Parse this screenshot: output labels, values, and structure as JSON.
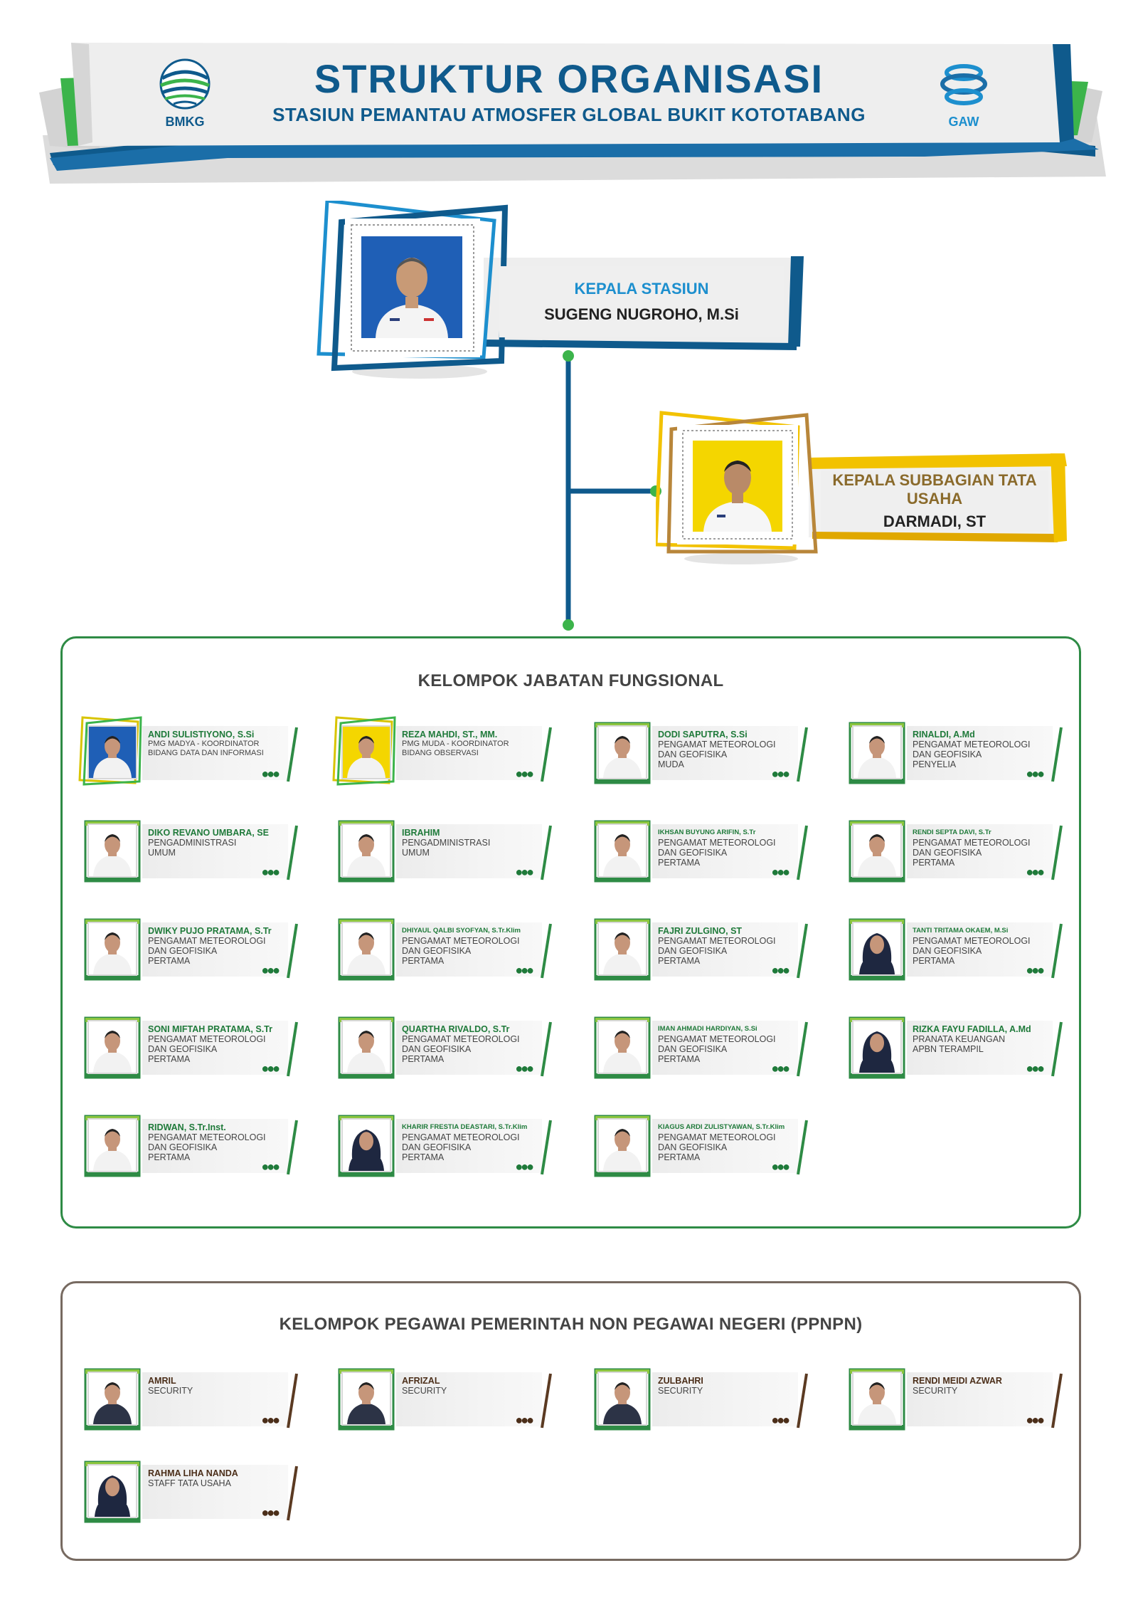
{
  "header": {
    "title": "STRUKTUR ORGANISASI",
    "subtitle": "STASIUN PEMANTAU ATMOSFER GLOBAL BUKIT KOTOTABANG",
    "logo_left": "BMKG",
    "logo_right": "GAW"
  },
  "colors": {
    "navy": "#0f5a8c",
    "green": "#2e8b45",
    "gold": "#e8c31c",
    "brown": "#776a61"
  },
  "leaders": {
    "head": {
      "role": "KEPALA STASIUN",
      "name": "SUGENG NUGROHO, M.Si"
    },
    "sub": {
      "role": "KEPALA SUBBAGIAN TATA USAHA",
      "name": "DARMADI, ST"
    }
  },
  "fungsional": {
    "title": "KELOMPOK JABATAN FUNGSIONAL",
    "members": [
      {
        "name": "ANDI SULISTIYONO, S.Si",
        "position": [
          "PMG MADYA - KOORDINATOR",
          "BIDANG DATA DAN INFORMASI"
        ],
        "bg": "blue",
        "highlight": true,
        "small_pos": true
      },
      {
        "name": "REZA MAHDI, ST., MM.",
        "position": [
          "PMG MUDA - KOORDINATOR",
          "BIDANG OBSERVASI"
        ],
        "bg": "yellow",
        "highlight": true,
        "small_pos": true
      },
      {
        "name": "DODI SAPUTRA, S.Si",
        "position": [
          "PENGAMAT METEOROLOGI",
          "DAN GEOFISIKA",
          "MUDA"
        ]
      },
      {
        "name": "RINALDI, A.Md",
        "position": [
          "PENGAMAT METEOROLOGI",
          "DAN GEOFISIKA",
          "PENYELIA"
        ]
      },
      {
        "name": "DIKO REVANO UMBARA, SE",
        "position": [
          "PENGADMINISTRASI",
          "UMUM"
        ]
      },
      {
        "name": "IBRAHIM",
        "position": [
          "PENGADMINISTRASI",
          "UMUM"
        ]
      },
      {
        "name": "IKHSAN BUYUNG ARIFIN, S.Tr",
        "position": [
          "PENGAMAT METEOROLOGI",
          "DAN GEOFISIKA",
          "PERTAMA"
        ],
        "small_name": true
      },
      {
        "name": "RENDI SEPTA DAVI, S.Tr",
        "position": [
          "PENGAMAT METEOROLOGI",
          "DAN GEOFISIKA",
          "PERTAMA"
        ],
        "small_name": true
      },
      {
        "name": "DWIKY PUJO PRATAMA, S.Tr",
        "position": [
          "PENGAMAT METEOROLOGI",
          "DAN GEOFISIKA",
          "PERTAMA"
        ]
      },
      {
        "name": "DHIYAUL QALBI SYOFYAN, S.Tr.Klim",
        "position": [
          "PENGAMAT METEOROLOGI",
          "DAN GEOFISIKA",
          "PERTAMA"
        ],
        "small_name": true
      },
      {
        "name": "FAJRI ZULGINO, ST",
        "position": [
          "PENGAMAT METEOROLOGI",
          "DAN GEOFISIKA",
          "PERTAMA"
        ]
      },
      {
        "name": "TANTI TRITAMA OKAEM, M.Si",
        "position": [
          "PENGAMAT METEOROLOGI",
          "DAN GEOFISIKA",
          "PERTAMA"
        ],
        "small_name": true,
        "hijab": true
      },
      {
        "name": "SONI MIFTAH PRATAMA, S.Tr",
        "position": [
          "PENGAMAT METEOROLOGI",
          "DAN GEOFISIKA",
          "PERTAMA"
        ]
      },
      {
        "name": "QUARTHA RIVALDO, S.Tr",
        "position": [
          "PENGAMAT METEOROLOGI",
          "DAN GEOFISIKA",
          "PERTAMA"
        ]
      },
      {
        "name": "IMAN AHMADI HARDIYAN, S.Si",
        "position": [
          "PENGAMAT METEOROLOGI",
          "DAN GEOFISIKA",
          "PERTAMA"
        ],
        "small_name": true
      },
      {
        "name": "RIZKA FAYU FADILLA, A.Md",
        "position": [
          "PRANATA KEUANGAN",
          "APBN TERAMPIL"
        ],
        "hijab": true
      },
      {
        "name": "RIDWAN, S.Tr.Inst.",
        "position": [
          "PENGAMAT METEOROLOGI",
          "DAN GEOFISIKA",
          "PERTAMA"
        ]
      },
      {
        "name": "KHARIR FRESTIA DEASTARI, S.Tr.Klim",
        "position": [
          "PENGAMAT METEOROLOGI",
          "DAN GEOFISIKA",
          "PERTAMA"
        ],
        "small_name": true,
        "hijab": true
      },
      {
        "name": "KIAGUS ARDI ZULISTYAWAN, S.Tr.Klim",
        "position": [
          "PENGAMAT METEOROLOGI",
          "DAN GEOFISIKA",
          "PERTAMA"
        ],
        "small_name": true
      }
    ]
  },
  "ppnpn": {
    "title": "KELOMPOK PEGAWAI PEMERINTAH NON PEGAWAI NEGERI (PPNPN)",
    "members": [
      {
        "name": "AMRIL",
        "position": [
          "SECURITY"
        ],
        "dark": true
      },
      {
        "name": "AFRIZAL",
        "position": [
          "SECURITY"
        ],
        "dark": true
      },
      {
        "name": "ZULBAHRI",
        "position": [
          "SECURITY"
        ],
        "dark": true
      },
      {
        "name": "RENDI MEIDI AZWAR",
        "position": [
          "SECURITY"
        ]
      },
      {
        "name": "RAHMA LIHA NANDA",
        "position": [
          "STAFF TATA USAHA"
        ],
        "hijab": true
      }
    ]
  }
}
